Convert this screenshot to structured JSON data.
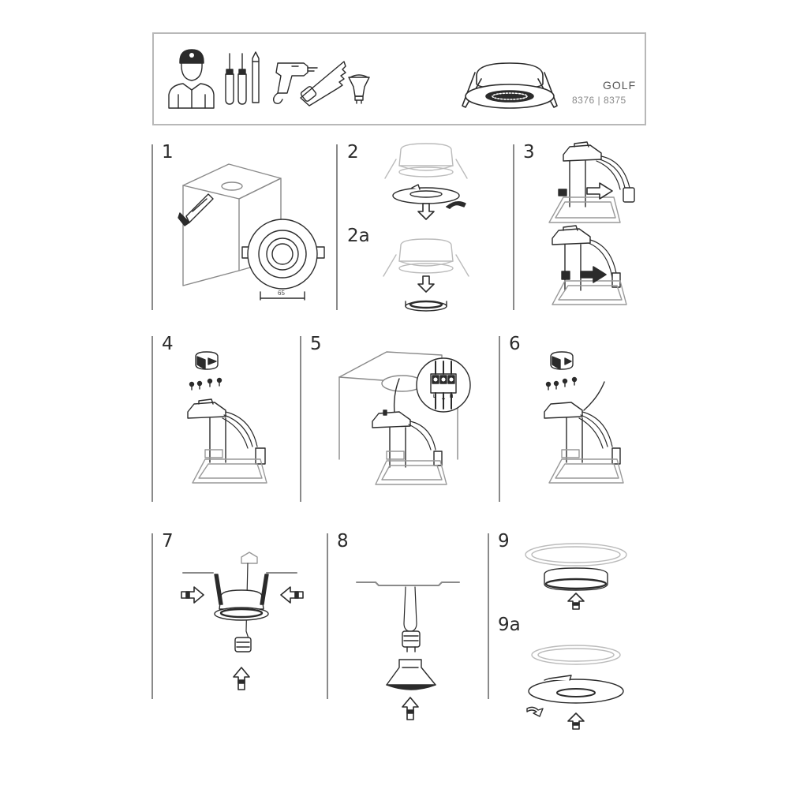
{
  "header": {
    "product_name": "GOLF",
    "product_codes": "8376 | 8375",
    "tool_icons": [
      "installer-icon",
      "screwdrivers-icon",
      "pencil-icon",
      "drill-icon",
      "saw-icon",
      "gu10-bulb-icon"
    ]
  },
  "steps": {
    "s1": "1",
    "s2": "2",
    "s2a": "2a",
    "s3": "3",
    "s4": "4",
    "s5": "5",
    "s6": "6",
    "s7": "7",
    "s8": "8",
    "s9": "9",
    "s9a": "9a"
  },
  "step1": {
    "cutout_dimension": "65"
  },
  "step5": {
    "terminal_labels": [
      "L",
      "⏚",
      "N"
    ]
  }
}
